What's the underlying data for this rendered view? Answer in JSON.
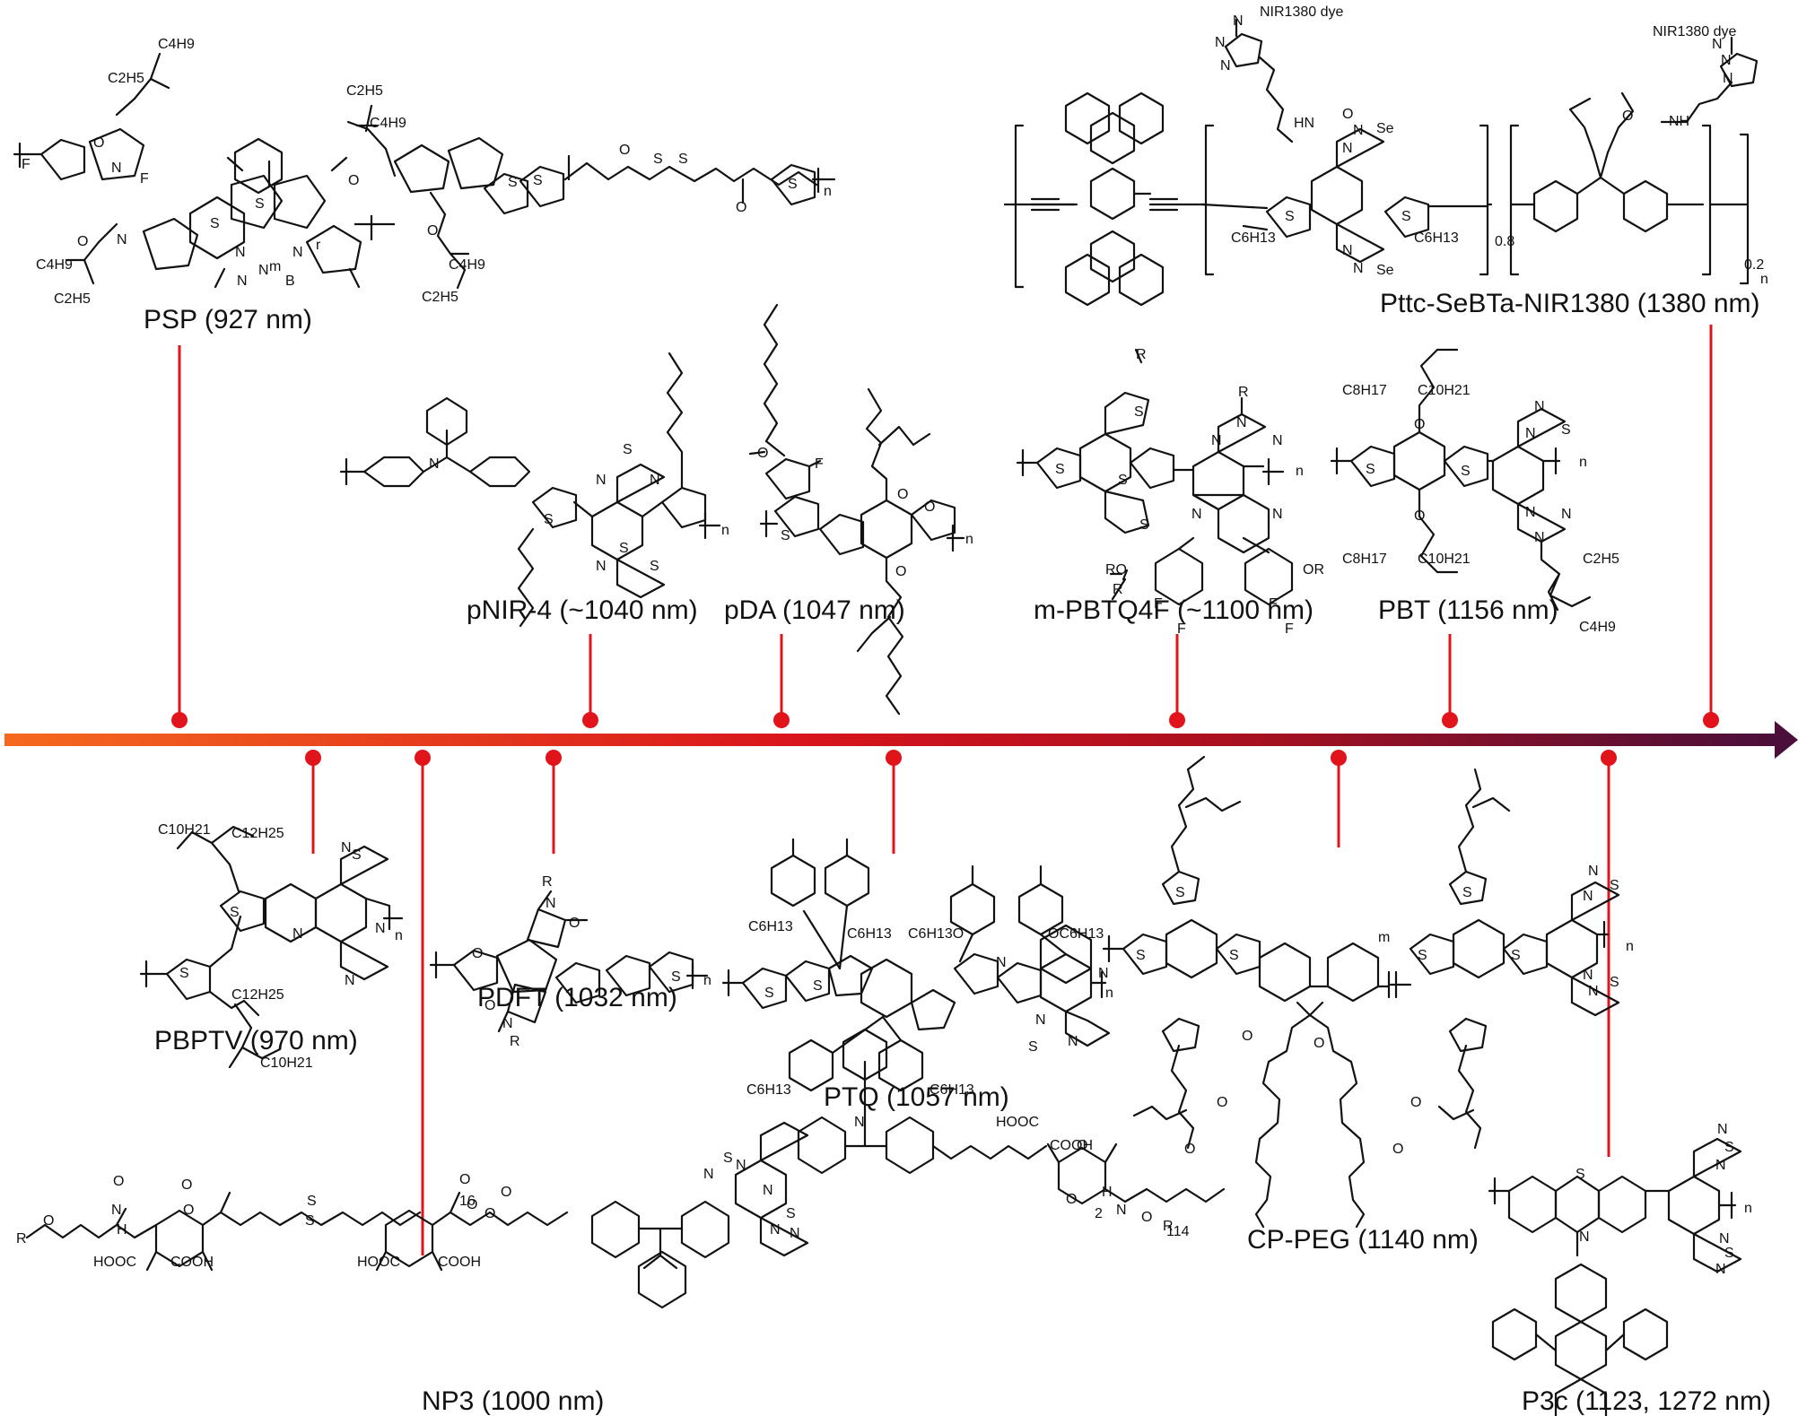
{
  "timeline": {
    "colors": {
      "start": "#f5691e",
      "middle": "#d8141c",
      "end": "#4a0f3a",
      "marker": "#e1141c"
    }
  },
  "polymers": [
    {
      "id": "psp",
      "label": "PSP (927 nm)"
    },
    {
      "id": "pbptv",
      "label": "PBPTV (970 nm)"
    },
    {
      "id": "np3",
      "label": "NP3 (1000 nm)"
    },
    {
      "id": "pdft",
      "label": "PDFT (1032 nm)"
    },
    {
      "id": "pnir4",
      "label": "pNIR-4 (~1040 nm)"
    },
    {
      "id": "pda",
      "label": "pDA (1047 nm)"
    },
    {
      "id": "ptq",
      "label": "PTQ (1057 nm)"
    },
    {
      "id": "mpbtq4f",
      "label": "m-PBTQ4F (~1100 nm)"
    },
    {
      "id": "p3c",
      "label": "P3c (1123, 1272 nm)"
    },
    {
      "id": "cppeg",
      "label": "CP-PEG (1140 nm)"
    },
    {
      "id": "pbt",
      "label": "PBT (1156 nm)"
    },
    {
      "id": "pttc",
      "label": "Pttc-SeBTa-NIR1380 (1380 nm)"
    }
  ],
  "structure_text": {
    "psp": [
      "C2H5",
      "C4H9",
      "C4H9",
      "C2H5",
      "C2H5",
      "C4H9",
      "C4H9",
      "C2H5",
      "O",
      "O",
      "O",
      "O",
      "O",
      "O",
      "N",
      "N",
      "N",
      "N",
      "N",
      "N",
      "B",
      "F",
      "F",
      "S",
      "S",
      "S",
      "S",
      "S",
      "S",
      "S",
      "m",
      "n",
      "r"
    ],
    "pbptv": [
      "C10H21",
      "C12H25",
      "C12H25",
      "C10H21",
      "S",
      "S",
      "S",
      "N",
      "N",
      "N",
      "N",
      "n"
    ],
    "pdft": [
      "R",
      "R",
      "N",
      "N",
      "O",
      "O",
      "O",
      "S",
      "n"
    ],
    "pnir4": [
      "N",
      "S",
      "N",
      "N",
      "S",
      "N",
      "S",
      "S",
      "n"
    ],
    "pda": [
      "O",
      "F",
      "S",
      "O",
      "O",
      "O",
      "n"
    ],
    "ptq": [
      "C6H13",
      "C6H13",
      "C6H13",
      "C6H13",
      "C6H13O",
      "OC6H13",
      "S",
      "S",
      "N",
      "N",
      "N",
      "S",
      "N",
      "n"
    ],
    "mpbtq4f": [
      "R",
      "R",
      "R",
      "N",
      "N",
      "N",
      "N",
      "N",
      "S",
      "S",
      "S",
      "S",
      "RO",
      "OR",
      "F",
      "F",
      "F",
      "F",
      "n"
    ],
    "pbt": [
      "C8H17",
      "C10H21",
      "C8H17",
      "C10H21",
      "C2H5",
      "C4H9",
      "O",
      "O",
      "S",
      "S",
      "N",
      "S",
      "N",
      "N",
      "N",
      "N",
      "n"
    ],
    "pttc": [
      "NIR1380 dye",
      "NIR1380 dye",
      "N",
      "N",
      "N",
      "N",
      "N",
      "N",
      "HN",
      "NH",
      "O",
      "O",
      "C6H13",
      "C6H13",
      "S",
      "S",
      "N",
      "Se",
      "N",
      "N",
      "Se",
      "N",
      "0.8",
      "0.2",
      "n"
    ],
    "cppeg": [
      "S",
      "S",
      "S",
      "S",
      "S",
      "S",
      "N",
      "S",
      "N",
      "N",
      "S",
      "N",
      "O",
      "O",
      "O",
      "O",
      "O",
      "O",
      "m",
      "n"
    ],
    "np3": [
      "R",
      "O",
      "N",
      "H",
      "O",
      "HOOC",
      "COOH",
      "O",
      "O",
      "S",
      "S",
      "O",
      "O",
      "HOOC",
      "COOH",
      "O",
      "16",
      "O",
      "N",
      "S",
      "N",
      "N",
      "S",
      "N",
      "N",
      "N",
      "HOOC",
      "COOH",
      "O",
      "O",
      "H",
      "N",
      "O",
      "R",
      "114",
      "2"
    ],
    "p3c": [
      "S",
      "N",
      "N",
      "S",
      "N",
      "N",
      "S",
      "N",
      "n"
    ]
  }
}
